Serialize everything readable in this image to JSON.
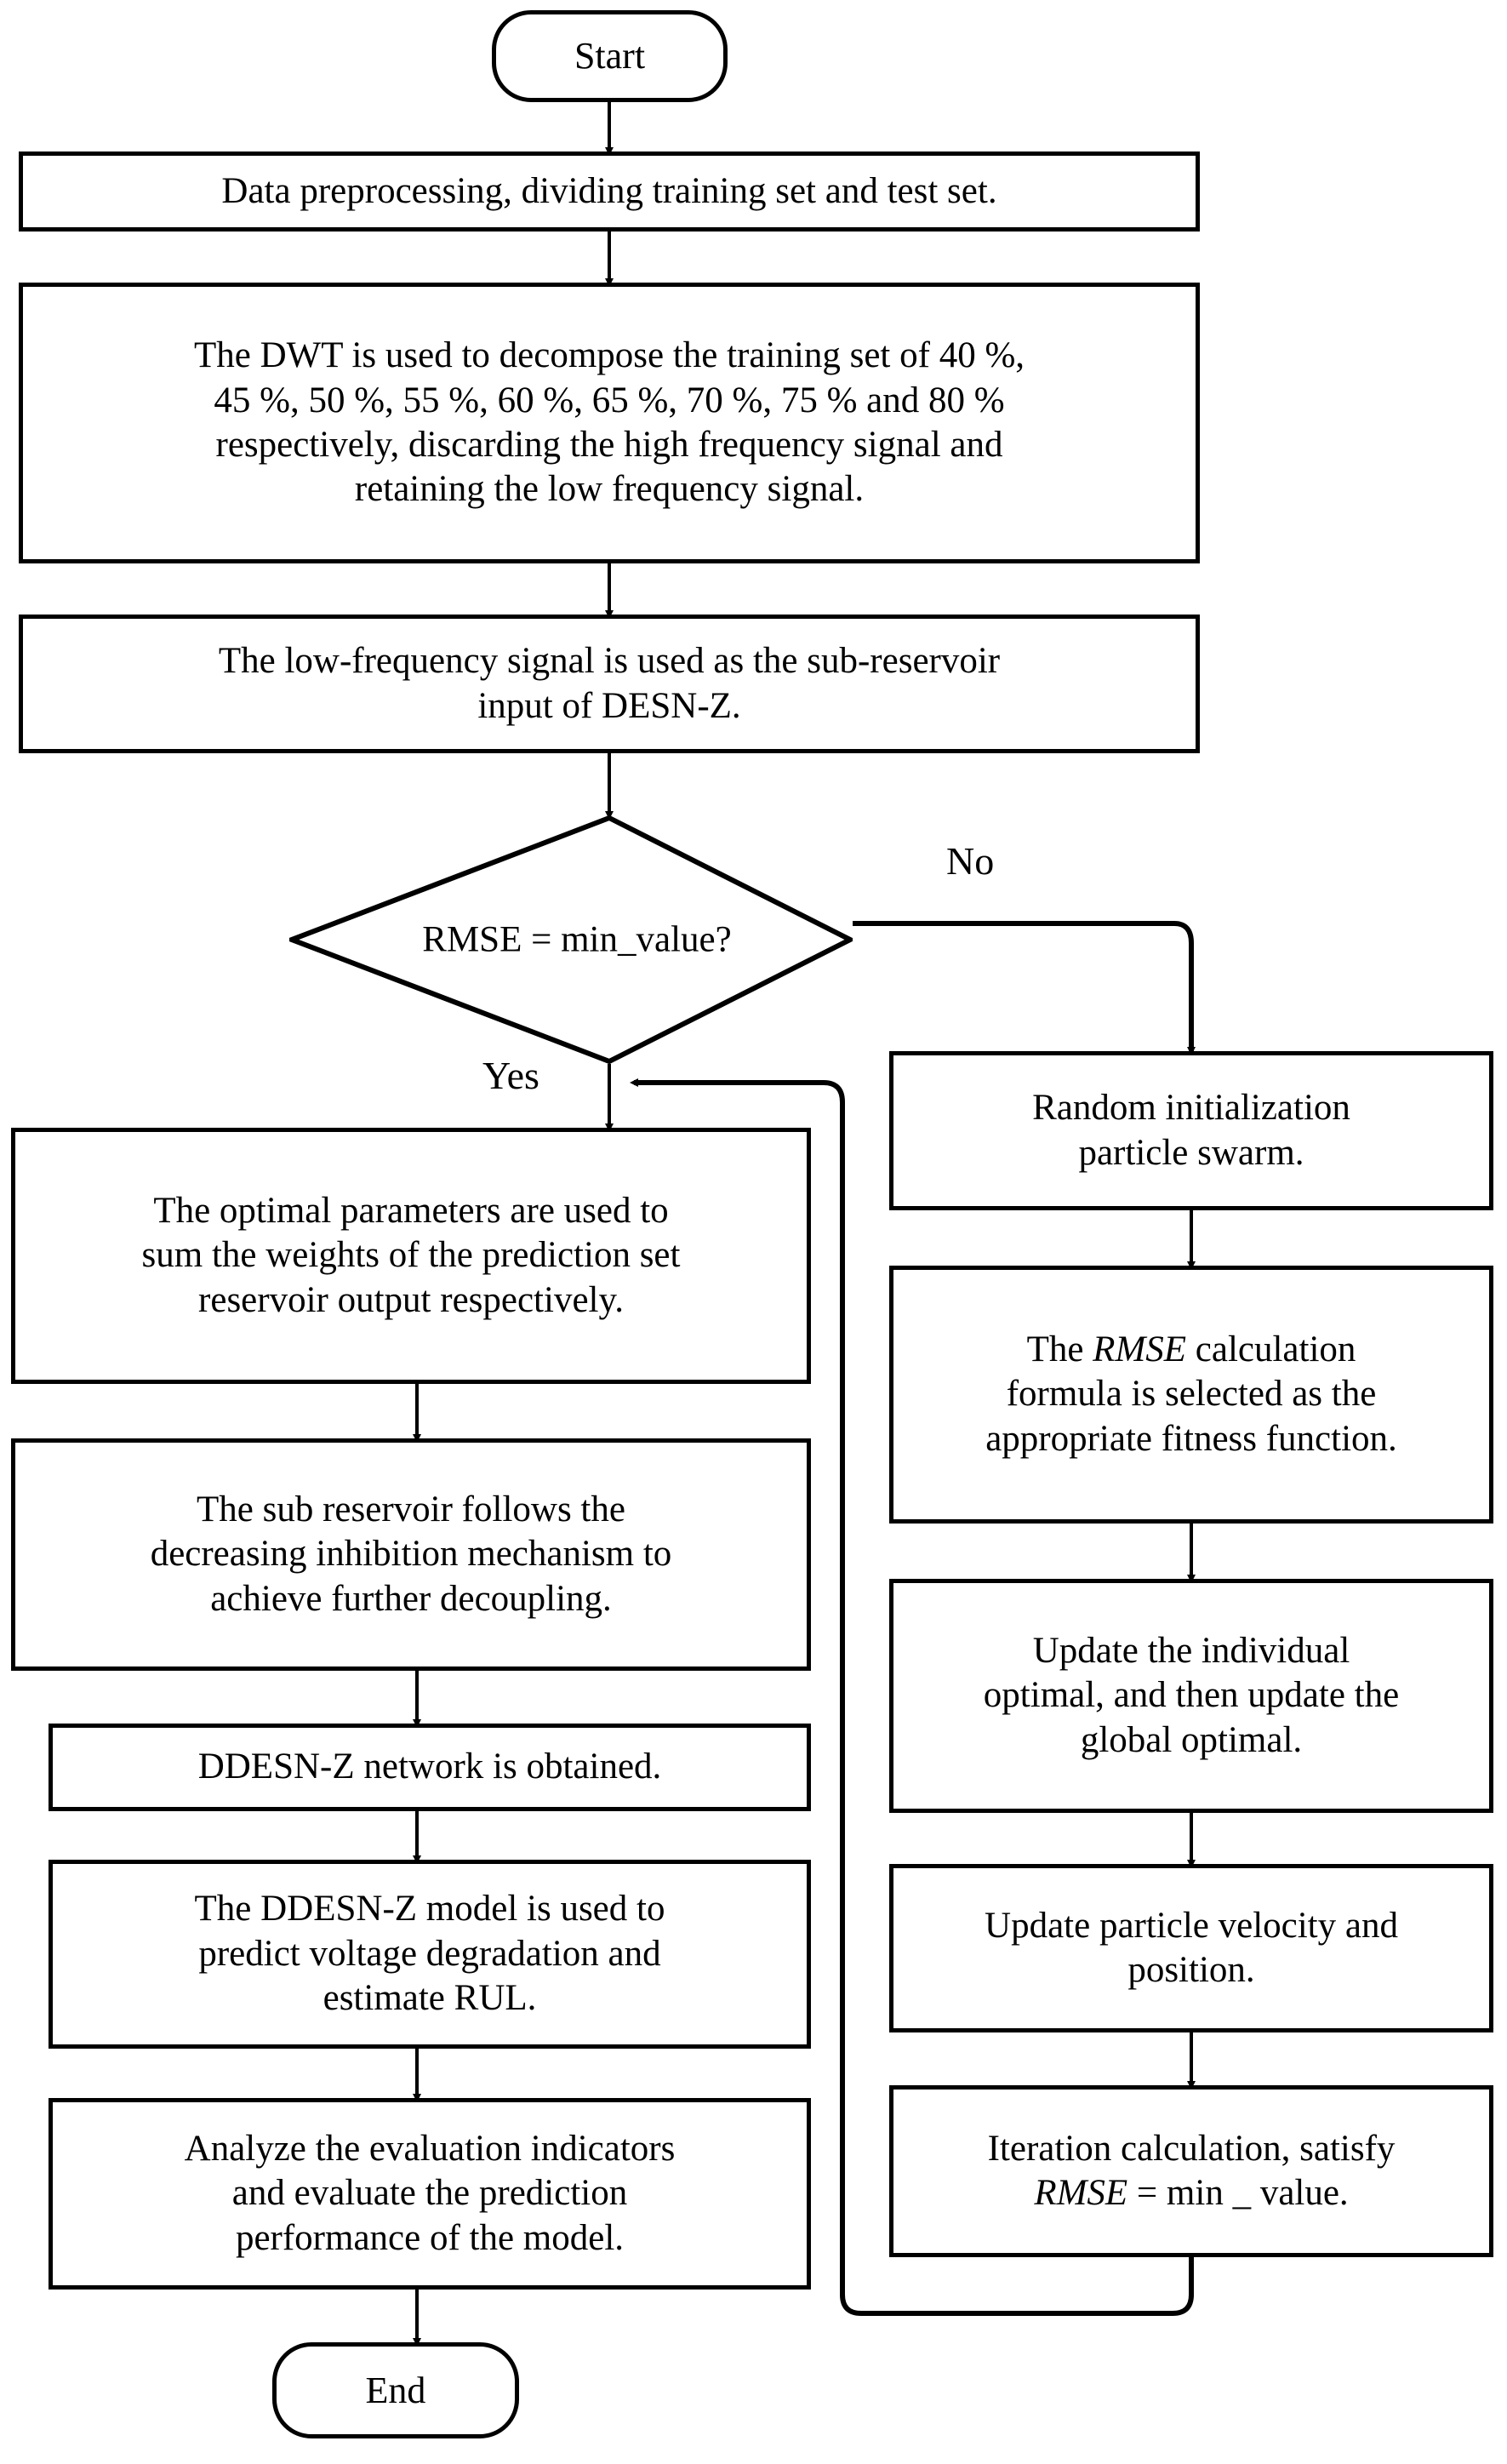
{
  "diagram": {
    "type": "flowchart",
    "title": "DDESN-Z voltage degradation prediction and RUL estimation flowchart",
    "orientation": "top-to-bottom, two columns"
  },
  "nodes": {
    "start": {
      "label": "Start",
      "shape": "terminator"
    },
    "preprocess": {
      "label": "Data preprocessing, dividing training set and test set.",
      "shape": "process"
    },
    "dwt": {
      "line1": "The DWT is used to decompose the training set of 40 %,",
      "line2": "45 %, 50 %, 55 %, 60 %, 65 %, 70 %, 75 % and 80 %",
      "line3": "respectively, discarding the high frequency signal and",
      "line4": "retaining the low frequency signal.",
      "shape": "process"
    },
    "lowfreq": {
      "line1": "The low-frequency signal is used as the sub-reservoir",
      "line2": "input of DESN-Z.",
      "shape": "process"
    },
    "decision": {
      "label": "RMSE = min_value?",
      "shape": "decision"
    },
    "optimal_params": {
      "line1": "The optimal parameters are used to",
      "line2": "sum the weights of the prediction set",
      "line3": "reservoir output respectively.",
      "shape": "process"
    },
    "sub_reservoir": {
      "line1": "The sub reservoir follows the",
      "line2": "decreasing inhibition mechanism to",
      "line3": "achieve further decoupling.",
      "shape": "process"
    },
    "network_obtained": {
      "label": "DDESN-Z network is obtained.",
      "shape": "process"
    },
    "predict": {
      "line1": "The DDESN-Z model is used to",
      "line2": "predict voltage degradation and",
      "line3": "estimate RUL.",
      "shape": "process"
    },
    "analyze": {
      "line1": "Analyze the evaluation indicators",
      "line2": "and evaluate the prediction",
      "line3": "performance of the model.",
      "shape": "process"
    },
    "end": {
      "label": "End",
      "shape": "terminator"
    },
    "random_init": {
      "line1": "Random initialization",
      "line2": "particle swarm.",
      "shape": "process"
    },
    "rmse_formula": {
      "pre": "The ",
      "ital": "RMSE",
      "post": " calculation",
      "line2": "formula is selected as the",
      "line3": "appropriate fitness function.",
      "shape": "process"
    },
    "update_optimal": {
      "line1": "Update the individual",
      "line2": "optimal, and then update the",
      "line3": "global optimal.",
      "shape": "process"
    },
    "update_velocity": {
      "line1": "Update particle velocity and",
      "line2": "position.",
      "shape": "process"
    },
    "iteration": {
      "line1": "Iteration calculation,  satisfy",
      "ital": "RMSE",
      "post": " = min _ value.",
      "shape": "process"
    }
  },
  "edge_labels": {
    "no": "No",
    "yes": "Yes"
  },
  "colors": {
    "stroke": "#000000",
    "fill": "#ffffff",
    "text": "#000000"
  }
}
